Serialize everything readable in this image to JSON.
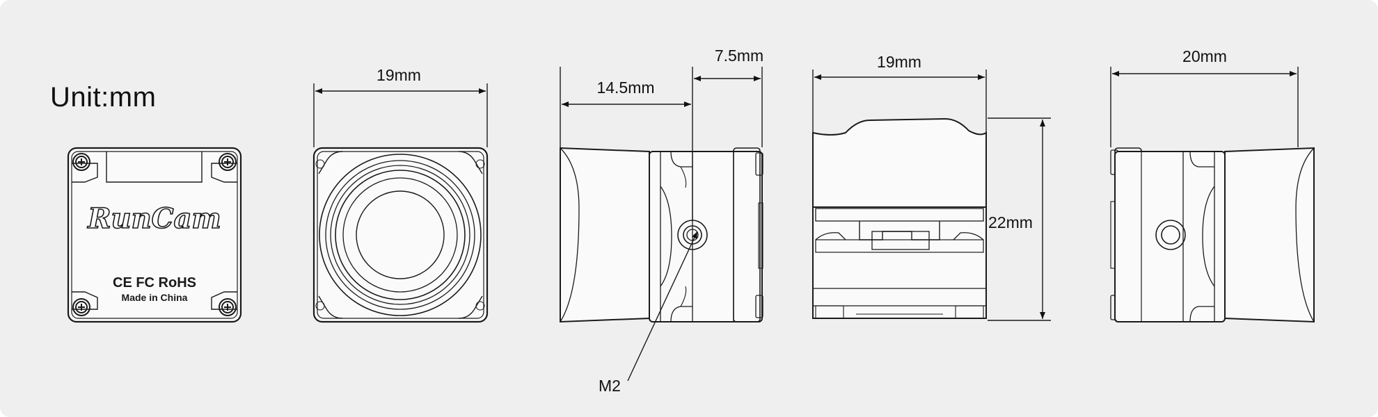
{
  "diagram": {
    "unit_label": "Unit:mm",
    "back_view": {
      "brand": "RunCam",
      "certifications": "CE FC RoHS",
      "made_in": "Made in China"
    },
    "front_view": {
      "width_label": "19mm"
    },
    "side_view": {
      "depth_label": "14.5mm",
      "lens_depth_label": "7.5mm",
      "hole_label": "M2"
    },
    "top_view": {
      "width_label": "19mm",
      "height_label": "22mm"
    },
    "side_view_right": {
      "width_label": "20mm"
    }
  }
}
